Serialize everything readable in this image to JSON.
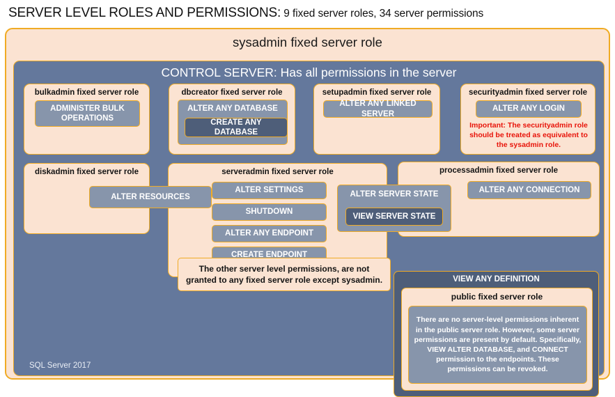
{
  "title": {
    "main": "SERVER LEVEL ROLES AND PERMISSIONS:",
    "sub": " 9 fixed server roles, 34 server permissions"
  },
  "sysadmin": {
    "label": "sysadmin fixed server role"
  },
  "control_server": {
    "label": "CONTROL SERVER: Has all permissions in the server",
    "version_label": "SQL Server 2017"
  },
  "roles": {
    "bulkadmin": {
      "title": "bulkadmin fixed server role",
      "permissions": [
        "ADMINISTER  BULK OPERATIONS"
      ]
    },
    "dbcreator": {
      "title": "dbcreator fixed server role",
      "permission_outer": "ALTER ANY DATABASE",
      "permission_inner": "CREATE ANY DATABASE"
    },
    "setupadmin": {
      "title": "setupadmin fixed server role",
      "permissions": [
        "ALTER ANY LINKED SERVER"
      ]
    },
    "securityadmin": {
      "title": "securityadmin fixed server role",
      "permissions": [
        "ALTER ANY LOGIN"
      ],
      "warning": "Important:  The securityadmin role should  be treated as equivalent to the sysadmin role."
    },
    "diskadmin": {
      "title": "diskadmin fixed server role",
      "permissions": [
        "ALTER RESOURCES"
      ]
    },
    "serveradmin": {
      "title": "serveradmin fixed server role",
      "permissions": [
        "ALTER SETTINGS",
        "SHUTDOWN",
        "ALTER ANY ENDPOINT",
        "CREATE ENDPOINT"
      ]
    },
    "processadmin": {
      "title": "processadmin fixed server role",
      "permissions": [
        "ALTER ANY CONNECTION"
      ]
    },
    "shared_server_state": {
      "outer": "ALTER SERVER STATE",
      "inner": "VIEW SERVER STATE"
    },
    "public": {
      "view_any_definition": "VIEW ANY DEFINITION",
      "title": "public  fixed server role",
      "note": "There are no server-level permissions inherent in the public server role. However, some server permissions are present by default. Specifically, VIEW ALTER DATABASE, and CONNECT permission to the endpoints. These permissions can be revoked."
    }
  },
  "notes": {
    "other_permissions": "The other server level permissions,  are not granted to any fixed server role except sysadmin."
  },
  "colors": {
    "peach": "#fbe3d2",
    "gold_border": "#f0ab24",
    "slate": "#64789c",
    "perm_grey": "#8795ab",
    "perm_dark": "#4e5e79",
    "warning_red": "#e8140a"
  }
}
